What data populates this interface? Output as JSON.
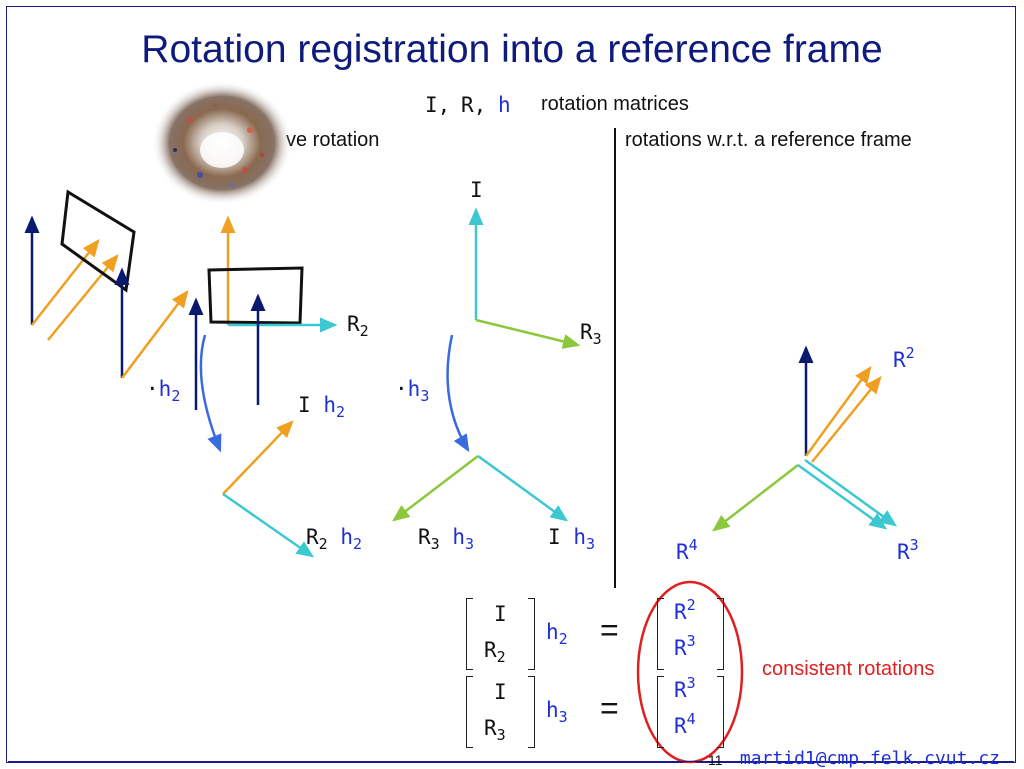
{
  "title": "Rotation registration into a reference frame",
  "legend": {
    "sym1": "I,",
    "sym2": "R,",
    "sym3": "h",
    "text": "rotation matrices"
  },
  "left_heading": "ve rotation",
  "right_heading": "rotations w.r.t. a reference frame",
  "labels": {
    "R": "R",
    "I": "I",
    "h": "h",
    "s2": "2",
    "s3": "3",
    "s4": "4"
  },
  "equation": {
    "row1": {
      "top": "I",
      "bot_base": "R",
      "bot_sub": "2",
      "h_sub": "2",
      "eq": "=",
      "r1_sup": "2",
      "r2_sup": "3"
    },
    "row2": {
      "top": "I",
      "bot_base": "R",
      "bot_sub": "3",
      "h_sub": "3",
      "eq": "=",
      "r1_sup": "3",
      "r2_sup": "4"
    }
  },
  "consistent_label": "consistent rotations",
  "footer": {
    "page": "11",
    "email": "martid1@cmp.felk.cvut.cz"
  },
  "colors": {
    "title": "#0e1a7c",
    "blue": "#1f2fd6",
    "orange": "#f0a020",
    "cyan": "#3cc8d0",
    "green": "#8cc83c",
    "navy": "#0a1a6e",
    "red": "#e02020"
  },
  "icons": [
    "point-cloud-image"
  ]
}
